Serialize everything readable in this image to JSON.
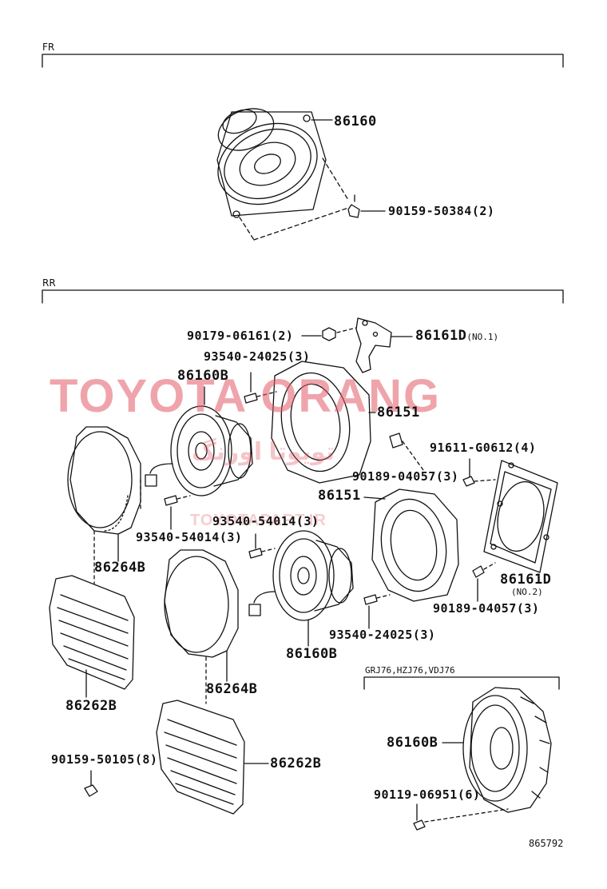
{
  "sections": {
    "front": "FR",
    "rear": "RR",
    "variant": "GRJ76,HZJ76,VDJ76"
  },
  "labels": {
    "fr_speaker": "86160",
    "fr_screw": "90159-50384(2)",
    "nut_top": "90179-06161(2)",
    "bracket_no1": "86161D",
    "bracket_no1_sub": "(NO.1)",
    "screw_a": "93540-24025(3)",
    "speaker_rr_upper": "86160B",
    "spacer_upper": "86151",
    "clip": "91611-G0612(4)",
    "bolt_upper": "90189-04057(3)",
    "spacer_lower": "86151",
    "screw_b_upper": "93540-54014(3)",
    "screw_b_lower": "93540-54014(3)",
    "cover_upper": "86264B",
    "bracket_no2": "86161D",
    "bracket_no2_sub": "(NO.2)",
    "bolt_lower": "90189-04057(3)",
    "screw_c": "93540-24025(3)",
    "speaker_rr_lower": "86160B",
    "cover_lower": "86264B",
    "grille_upper": "86262B",
    "grille_lower": "86262B",
    "grille_screw": "90159-50105(8)",
    "variant_speaker": "86160B",
    "variant_screw": "90119-06951(6)"
  },
  "watermark": {
    "main": "TOYOTA ORANG",
    "persian": "تویوتا اورنگ",
    "url": "TOYOTAPART.IR"
  },
  "diagram_id": "865792",
  "colors": {
    "line": "#111111",
    "watermark": "#e35b68"
  }
}
